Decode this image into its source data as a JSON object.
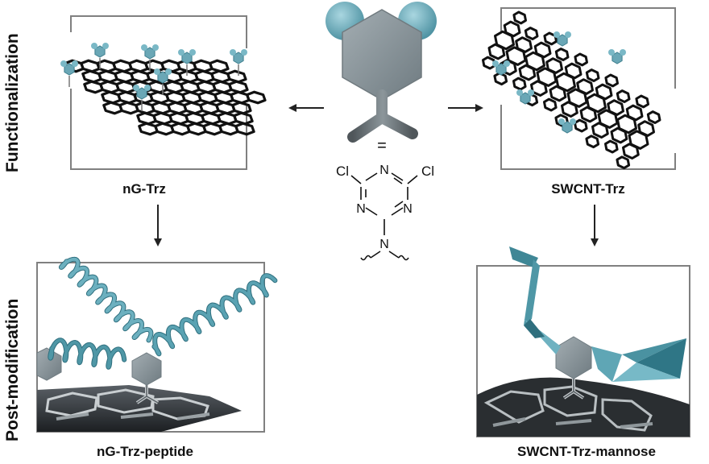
{
  "labels": {
    "row_top": "Functionalization",
    "row_bottom": "Post-modification",
    "top_left": "nG-Trz",
    "top_right": "SWCNT-Trz",
    "bottom_left": "nG-Trz-peptide",
    "bottom_right": "SWCNT-Trz-mannose",
    "equals": "="
  },
  "molecule": {
    "cl_left": "Cl",
    "cl_right": "Cl",
    "n_top": "N",
    "n_left": "N",
    "n_right": "N",
    "n_amine": "N"
  },
  "colors": {
    "teal": "#5e9faf",
    "teal_light": "#8cc3d0",
    "hex_gray": "#8a969c",
    "frame": "#808080",
    "lattice": "#111111"
  }
}
